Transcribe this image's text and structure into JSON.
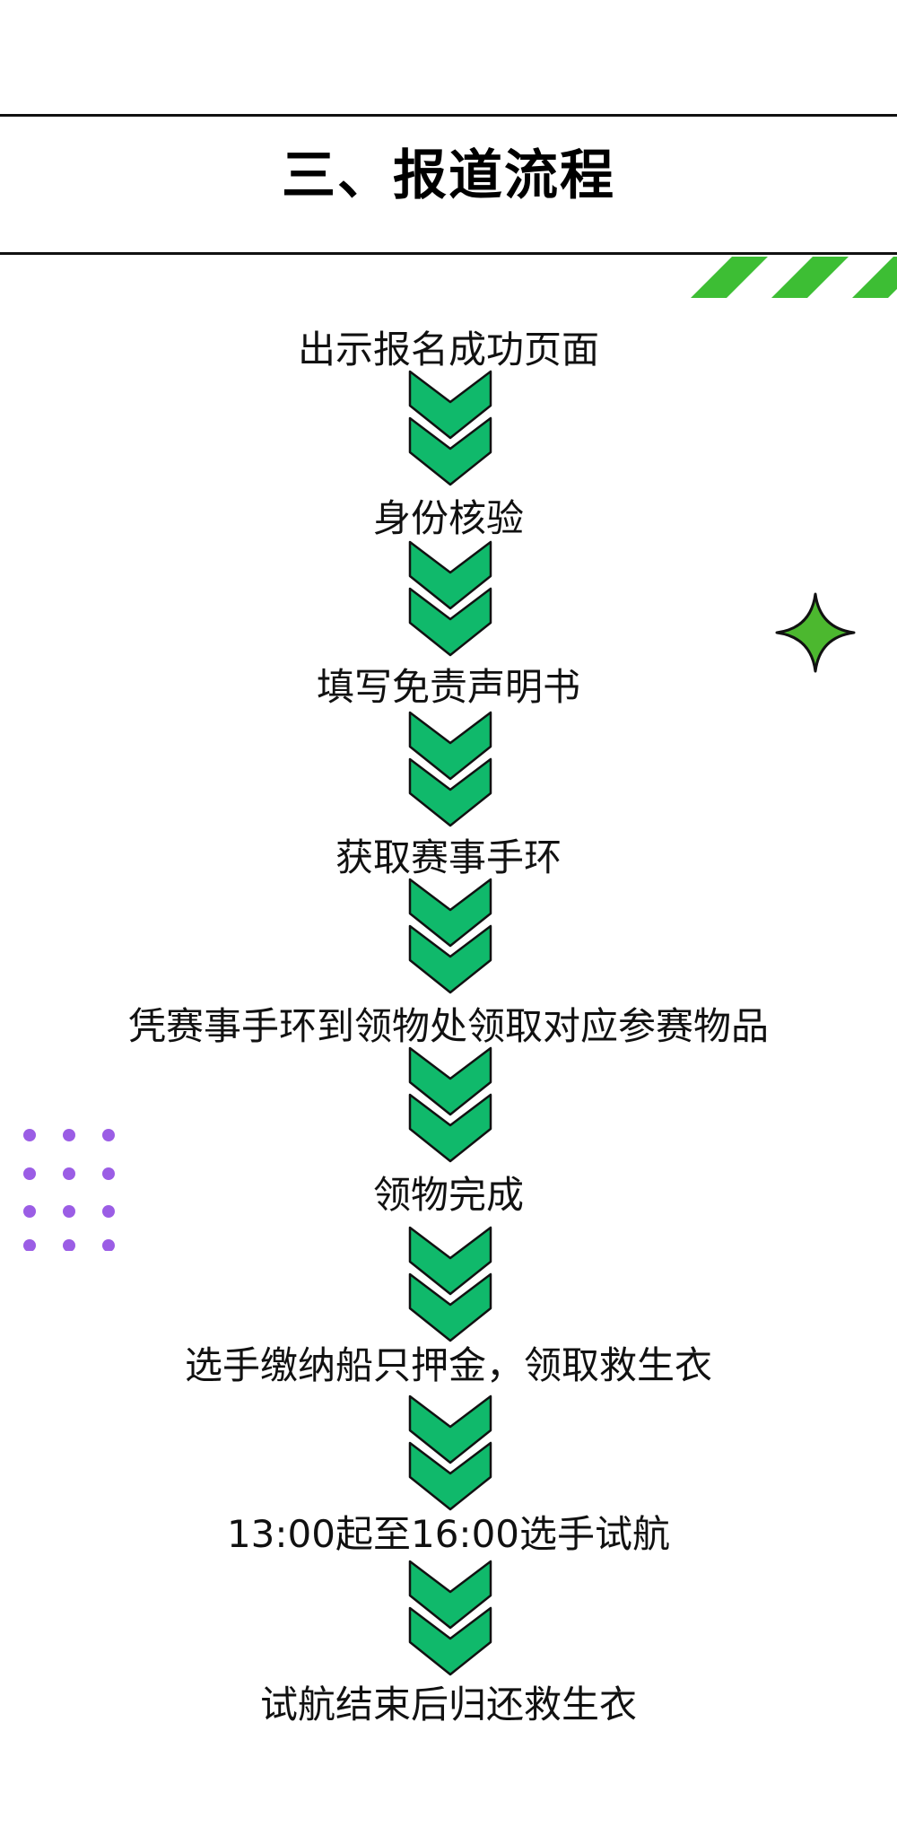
{
  "title": "三、报道流程",
  "colors": {
    "accent_green": "#10B96B",
    "stripe_green": "#3DBE34",
    "sparkle_green": "#4CB82F",
    "dot_purple": "#9B5DE5",
    "line": "#111111"
  },
  "steps": [
    {
      "label": "出示报名成功页面"
    },
    {
      "label": "身份核验"
    },
    {
      "label": "填写免责声明书"
    },
    {
      "label": "获取赛事手环"
    },
    {
      "label": "凭赛事手环到领物处领取对应参赛物品"
    },
    {
      "label": "领物完成"
    },
    {
      "label": "选手缴纳船只押金，领取救生衣"
    },
    {
      "label": "13:00起至16:00选手试航"
    },
    {
      "label": "试航结束后归还救生衣"
    }
  ]
}
